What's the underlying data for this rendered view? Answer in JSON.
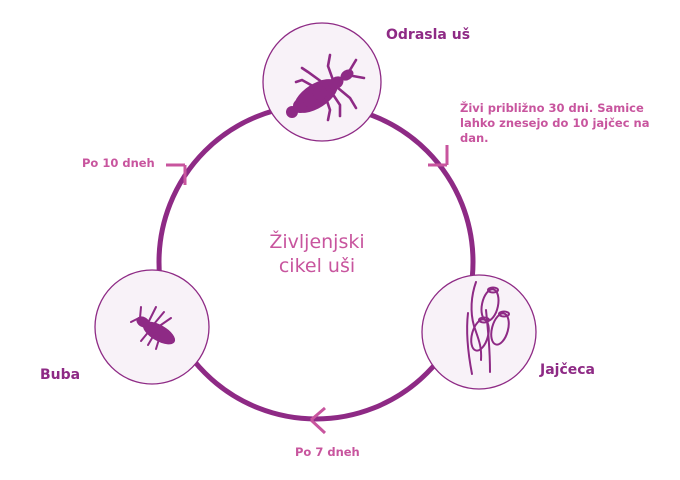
{
  "title": {
    "line1": "Življenjski",
    "line2": "cikel uši"
  },
  "stages": [
    {
      "id": "adult",
      "label": "Odrasla uš",
      "icon": "adult-louse-icon",
      "description": "Živi približno 30 dni. Samice lahko znesejo do 10 jajčec na dan."
    },
    {
      "id": "eggs",
      "label": "Jajčeca",
      "icon": "lice-eggs-icon"
    },
    {
      "id": "nymph",
      "label": "Buba",
      "icon": "nymph-icon"
    }
  ],
  "transitions": [
    {
      "from": "adult",
      "to": "eggs",
      "label": ""
    },
    {
      "from": "eggs",
      "to": "nymph",
      "label": "Po 7 dneh"
    },
    {
      "from": "nymph",
      "to": "adult",
      "label": "Po 10 dneh"
    }
  ],
  "colors": {
    "ring": "#8e2a85",
    "arrow": "#c8559e",
    "circle_fill": "#f8f2f8",
    "circle_stroke": "#8e2a85",
    "icon": "#8e2a85",
    "label_dark": "#8e2a85",
    "label_light": "#c8559e"
  }
}
